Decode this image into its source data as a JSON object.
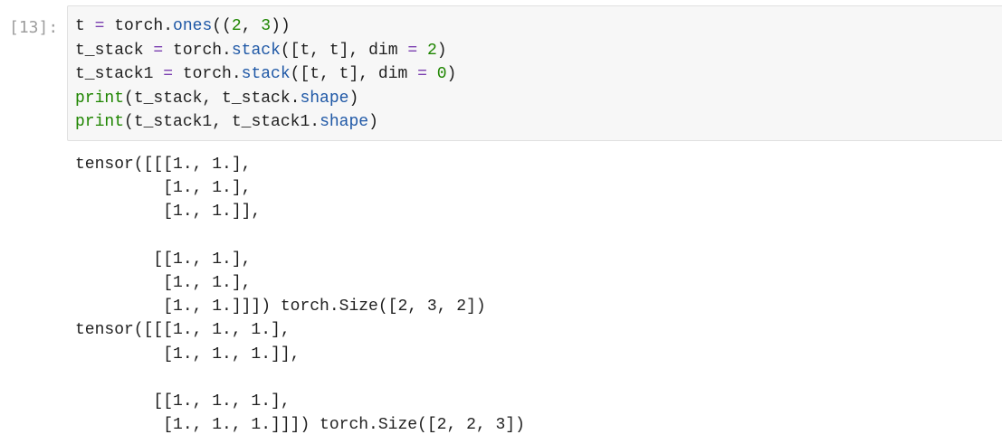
{
  "cell": {
    "prompt": "[13]:",
    "code_lines": [
      [
        {
          "t": "t ",
          "c": ""
        },
        {
          "t": "=",
          "c": "op"
        },
        {
          "t": " torch.",
          "c": ""
        },
        {
          "t": "ones",
          "c": "fn"
        },
        {
          "t": "((",
          "c": ""
        },
        {
          "t": "2",
          "c": "num"
        },
        {
          "t": ", ",
          "c": ""
        },
        {
          "t": "3",
          "c": "num"
        },
        {
          "t": "))",
          "c": ""
        }
      ],
      [
        {
          "t": "t_stack ",
          "c": ""
        },
        {
          "t": "=",
          "c": "op"
        },
        {
          "t": " torch.",
          "c": ""
        },
        {
          "t": "stack",
          "c": "fn"
        },
        {
          "t": "([t, t], dim ",
          "c": ""
        },
        {
          "t": "=",
          "c": "op"
        },
        {
          "t": " ",
          "c": ""
        },
        {
          "t": "2",
          "c": "num"
        },
        {
          "t": ")",
          "c": ""
        }
      ],
      [
        {
          "t": "t_stack1 ",
          "c": ""
        },
        {
          "t": "=",
          "c": "op"
        },
        {
          "t": " torch.",
          "c": ""
        },
        {
          "t": "stack",
          "c": "fn"
        },
        {
          "t": "([t, t], dim ",
          "c": ""
        },
        {
          "t": "=",
          "c": "op"
        },
        {
          "t": " ",
          "c": ""
        },
        {
          "t": "0",
          "c": "num"
        },
        {
          "t": ")",
          "c": ""
        }
      ],
      [
        {
          "t": "print",
          "c": "kw"
        },
        {
          "t": "(t_stack, t_stack.",
          "c": ""
        },
        {
          "t": "shape",
          "c": "fn"
        },
        {
          "t": ")",
          "c": ""
        }
      ],
      [
        {
          "t": "print",
          "c": "kw"
        },
        {
          "t": "(t_stack1, t_stack1.",
          "c": ""
        },
        {
          "t": "shape",
          "c": "fn"
        },
        {
          "t": ")",
          "c": ""
        }
      ]
    ],
    "output_lines": [
      "tensor([[[1., 1.],",
      "         [1., 1.],",
      "         [1., 1.]],",
      "",
      "        [[1., 1.],",
      "         [1., 1.],",
      "         [1., 1.]]]) torch.Size([2, 3, 2])",
      "tensor([[[1., 1., 1.],",
      "         [1., 1., 1.]],",
      "",
      "        [[1., 1., 1.],",
      "         [1., 1., 1.]]]) torch.Size([2, 2, 3])"
    ]
  }
}
